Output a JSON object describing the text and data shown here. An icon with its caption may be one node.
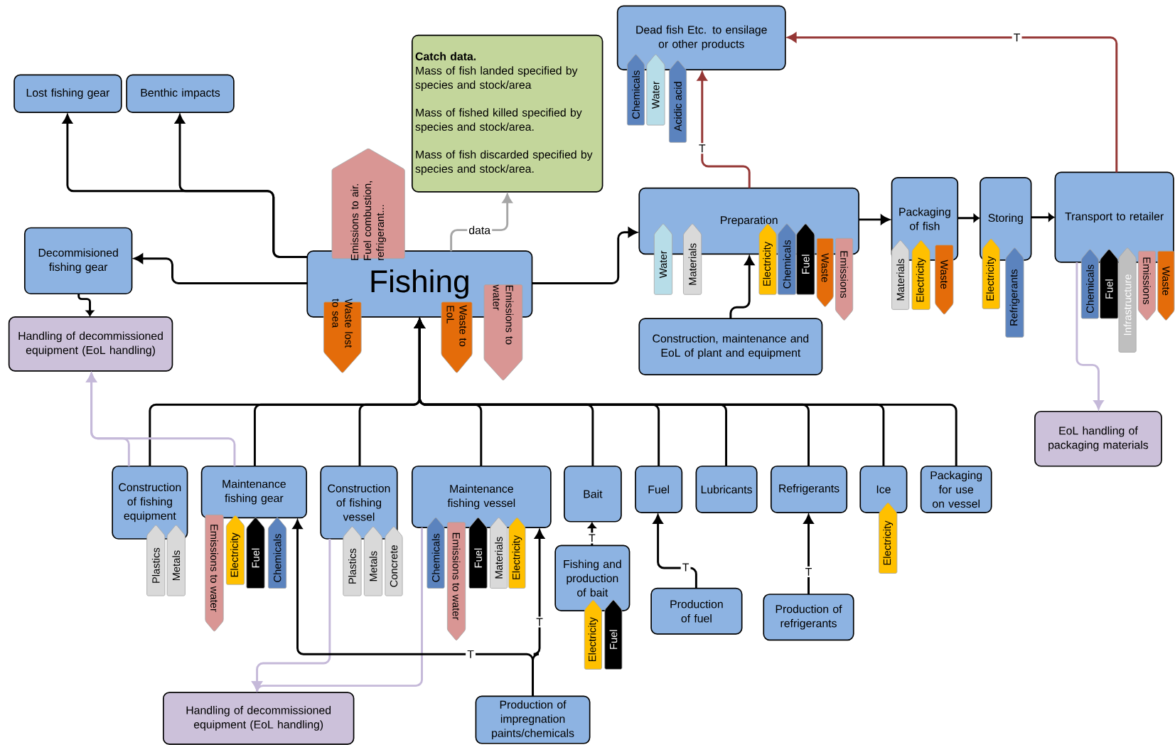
{
  "diagram": {
    "nodes": [
      {
        "text": [
          "Lost fishing gear"
        ]
      },
      {
        "text": [
          "Benthic impacts"
        ]
      },
      {
        "text": [
          "Catch data.",
          "Mass of fish landed specified by species and stock/area",
          "Mass of fished killed specified by species and stock/area.",
          "Mass of fish discarded specified by species and stock/area."
        ]
      },
      {
        "text": [
          "Dead fish Etc. to ensilage or other products"
        ]
      },
      {
        "text": [
          "Decommisioned fishing gear"
        ]
      },
      {
        "text": [
          "Handling of decommissioned equipment (EoL handling)"
        ]
      },
      {
        "text": [
          "Fishing"
        ]
      },
      {
        "text": [
          "Preparation"
        ]
      },
      {
        "text": [
          "Packaging of fish"
        ]
      },
      {
        "text": [
          "Storing"
        ]
      },
      {
        "text": [
          "Transport to retailer"
        ]
      },
      {
        "text": [
          "Construction, maintenance and EoL of plant and equipment"
        ]
      },
      {
        "text": [
          "EoL handling of packaging materials"
        ]
      },
      {
        "text": [
          "Construction of fishing equipment"
        ]
      },
      {
        "text": [
          "Maintenance fishing gear"
        ]
      },
      {
        "text": [
          "Construction of fishing vessel"
        ]
      },
      {
        "text": [
          "Maintenance fishing vessel"
        ]
      },
      {
        "text": [
          "Bait"
        ]
      },
      {
        "text": [
          "Fuel"
        ]
      },
      {
        "text": [
          "Lubricants"
        ]
      },
      {
        "text": [
          "Refrigerants"
        ]
      },
      {
        "text": [
          "Ice"
        ]
      },
      {
        "text": [
          "Packaging for use on vessel"
        ]
      },
      {
        "text": [
          "Fishing and production of bait"
        ]
      },
      {
        "text": [
          "Production of fuel"
        ]
      },
      {
        "text": [
          "Production of refrigerants"
        ]
      },
      {
        "text": [
          "Handling of decommissioned equipment (EoL handling)"
        ]
      },
      {
        "text": [
          "Production of impregnation paints/chemicals"
        ]
      },
      {
        "text": [
          "Emissions to air. Fuel combustion, refrigerant..."
        ]
      },
      {
        "text": [
          "Waste lost to sea"
        ]
      },
      {
        "text": [
          "Waste to EoL"
        ]
      },
      {
        "text": [
          "Emissions to water"
        ]
      },
      {
        "text": [
          "Chemicals"
        ]
      },
      {
        "text": [
          "Water"
        ]
      },
      {
        "text": [
          "Acidic acid"
        ]
      },
      {
        "text": [
          "Water"
        ]
      },
      {
        "text": [
          "Materials"
        ]
      },
      {
        "text": [
          "Electricity"
        ]
      },
      {
        "text": [
          "Chemicals"
        ]
      },
      {
        "text": [
          "Fuel"
        ]
      },
      {
        "text": [
          "Waste"
        ]
      },
      {
        "text": [
          "Emissions"
        ]
      },
      {
        "text": [
          "Materials"
        ]
      },
      {
        "text": [
          "Electricity"
        ]
      },
      {
        "text": [
          "Waste"
        ]
      },
      {
        "text": [
          "Electricity"
        ]
      },
      {
        "text": [
          "Refrigerants"
        ]
      },
      {
        "text": [
          "Chemicals"
        ]
      },
      {
        "text": [
          "Fuel"
        ]
      },
      {
        "text": [
          "Infrastructure"
        ]
      },
      {
        "text": [
          "Emissions"
        ]
      },
      {
        "text": [
          "Waste"
        ]
      },
      {
        "text": [
          "Plastics"
        ]
      },
      {
        "text": [
          "Metals"
        ]
      },
      {
        "text": [
          "Emissions to water"
        ]
      },
      {
        "text": [
          "Electricity"
        ]
      },
      {
        "text": [
          "Fuel"
        ]
      },
      {
        "text": [
          "Chemicals"
        ]
      },
      {
        "text": [
          "Plastics"
        ]
      },
      {
        "text": [
          "Metals"
        ]
      },
      {
        "text": [
          "Concrete"
        ]
      },
      {
        "text": [
          "Chemicals"
        ]
      },
      {
        "text": [
          "Emissions to water"
        ]
      },
      {
        "text": [
          "Fuel"
        ]
      },
      {
        "text": [
          "Materials"
        ]
      },
      {
        "text": [
          "Electricity"
        ]
      },
      {
        "text": [
          "Electricity"
        ]
      },
      {
        "text": [
          "Fuel"
        ]
      },
      {
        "text": [
          "Electricity"
        ]
      }
    ],
    "edges": [
      {
        "from": 6,
        "to": 0,
        "arrow": "to"
      },
      {
        "from": 6,
        "to": 1,
        "arrow": "to"
      },
      {
        "from": 6,
        "to": 4,
        "arrow": "to"
      },
      {
        "from": 4,
        "to": 5,
        "arrow": "to"
      },
      {
        "from": 6,
        "to": 2,
        "arrow": "to",
        "label": "data",
        "color": "#a6a6a6"
      },
      {
        "from": 6,
        "to": 7,
        "arrow": "to"
      },
      {
        "from": 7,
        "to": 3,
        "arrow": "to",
        "label": "T",
        "color": "#953735"
      },
      {
        "from": 10,
        "to": 3,
        "arrow": "to",
        "label": "T",
        "color": "#953735"
      },
      {
        "from": 7,
        "to": 8,
        "arrow": "to"
      },
      {
        "from": 8,
        "to": 9,
        "arrow": "to"
      },
      {
        "from": 9,
        "to": 10,
        "arrow": "to"
      },
      {
        "from": 11,
        "to": 7,
        "arrow": "to"
      },
      {
        "from": 10,
        "to": 12,
        "arrow": "to",
        "color": "#c5b9d9"
      },
      {
        "from": 13,
        "to": 6,
        "arrow": "to"
      },
      {
        "from": 14,
        "to": 6,
        "arrow": "to"
      },
      {
        "from": 15,
        "to": 6,
        "arrow": "to"
      },
      {
        "from": 16,
        "to": 6,
        "arrow": "to"
      },
      {
        "from": 17,
        "to": 6,
        "arrow": "to"
      },
      {
        "from": 18,
        "to": 6,
        "arrow": "to"
      },
      {
        "from": 19,
        "to": 6,
        "arrow": "to"
      },
      {
        "from": 20,
        "to": 6,
        "arrow": "to"
      },
      {
        "from": 21,
        "to": 6,
        "arrow": "to"
      },
      {
        "from": 22,
        "to": 6,
        "arrow": "to"
      },
      {
        "from": 13,
        "to": 5,
        "arrow": "to",
        "color": "#c5b9d9"
      },
      {
        "from": 14,
        "to": 5,
        "arrow": "to",
        "color": "#c5b9d9"
      },
      {
        "from": 15,
        "to": 26,
        "arrow": "to",
        "color": "#c5b9d9"
      },
      {
        "from": 16,
        "to": 26,
        "arrow": "to",
        "color": "#c5b9d9"
      },
      {
        "from": 27,
        "to": 14,
        "arrow": "to",
        "label": "T"
      },
      {
        "from": 27,
        "to": 16,
        "arrow": "to",
        "label": "T"
      },
      {
        "from": 23,
        "to": 17,
        "arrow": "to",
        "label": "T"
      },
      {
        "from": 24,
        "to": 18,
        "arrow": "to",
        "label": "T"
      },
      {
        "from": 25,
        "to": 20,
        "arrow": "to",
        "label": "T"
      }
    ]
  }
}
